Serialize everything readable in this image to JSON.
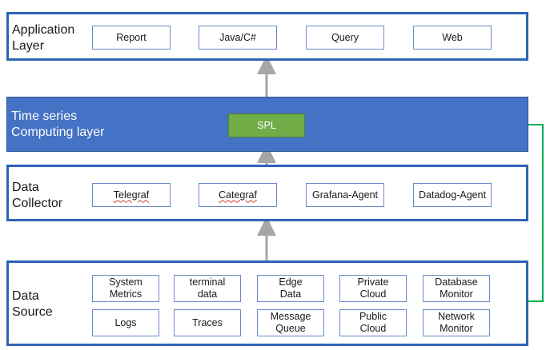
{
  "application_layer": {
    "title": "Application\nLayer",
    "items": [
      "Report",
      "Java/C#",
      "Query",
      "Web"
    ]
  },
  "time_series_layer": {
    "title": "Time series\nComputing layer",
    "spl_label": "SPL"
  },
  "data_collector": {
    "title": "Data\nCollector",
    "items": [
      "Telegraf",
      "Categraf",
      "Grafana-Agent",
      "Datadog-Agent"
    ]
  },
  "data_source": {
    "title": "Data\nSource",
    "row1": [
      "System\nMetrics",
      "terminal\ndata",
      "Edge\nData",
      "Private\nCloud",
      "Database\nMonitor"
    ],
    "row2": [
      "Logs",
      "Traces",
      "Message\nQueue",
      "Public\nCloud",
      "Network\nMonitor"
    ]
  },
  "colors": {
    "layer_border": "#2e64b4",
    "time_series_fill": "#4472c4",
    "spl_fill": "#70ad47",
    "connector_green": "#00b050",
    "arrow_gray": "#a6a6a6"
  }
}
